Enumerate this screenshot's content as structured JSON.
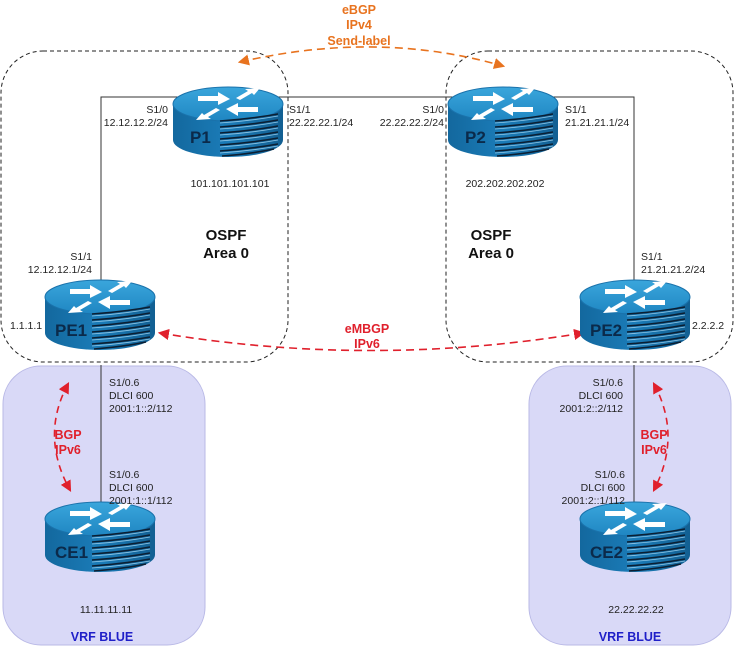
{
  "colors": {
    "ebgp_ipv4": "#e8731f",
    "mbgp_ipv6": "#e0202c",
    "vrf_fill": "#d9d9f7",
    "vrf_label": "#1f1fc8",
    "router_top": "#2f95cf",
    "router_side": "#1a6ea6"
  },
  "sessions": {
    "ebgp_ipv4": {
      "line1": "eBGP",
      "line2": "IPv4",
      "line3": "Send-label"
    },
    "embgp_ipv6": {
      "line1": "eMBGP",
      "line2": "IPv6"
    },
    "bgp_left": {
      "line1": "BGP",
      "line2": "IPv6"
    },
    "bgp_right": {
      "line1": "BGP",
      "line2": "IPv6"
    }
  },
  "areas": {
    "left": {
      "line1": "OSPF",
      "line2": "Area 0"
    },
    "right": {
      "line1": "OSPF",
      "line2": "Area 0"
    }
  },
  "vrfs": {
    "left": "VRF BLUE",
    "right": "VRF BLUE"
  },
  "routers": {
    "p1": {
      "name": "P1",
      "loopback": "101.101.101.101"
    },
    "p2": {
      "name": "P2",
      "loopback": "202.202.202.202"
    },
    "pe1": {
      "name": "PE1",
      "loopback": "1.1.1.1"
    },
    "pe2": {
      "name": "PE2",
      "loopback": "2.2.2.2"
    },
    "ce1": {
      "name": "CE1",
      "loopback": "11.11.11.11"
    },
    "ce2": {
      "name": "CE2",
      "loopback": "22.22.22.22"
    }
  },
  "interfaces": {
    "p1_s10": {
      "iface": "S1/0",
      "ip": "12.12.12.2/24"
    },
    "p1_s11": {
      "iface": "S1/1",
      "ip": "22.22.22.1/24"
    },
    "p2_s10": {
      "iface": "S1/0",
      "ip": "22.22.22.2/24"
    },
    "p2_s11": {
      "iface": "S1/1",
      "ip": "21.21.21.1/24"
    },
    "pe1_s11": {
      "iface": "S1/1",
      "ip": "12.12.12.1/24"
    },
    "pe2_s11": {
      "iface": "S1/1",
      "ip": "21.21.21.2/24"
    },
    "pe1_s106": {
      "iface": "S1/0.6",
      "dlci": "DLCI 600",
      "ip": "2001:1::2/112"
    },
    "ce1_s106": {
      "iface": "S1/0.6",
      "dlci": "DLCI 600",
      "ip": "2001:1::1/112"
    },
    "pe2_s106": {
      "iface": "S1/0.6",
      "dlci": "DLCI 600",
      "ip": "2001:2::2/112"
    },
    "ce2_s106": {
      "iface": "S1/0.6",
      "dlci": "DLCI 600",
      "ip": "2001:2::1/112"
    }
  }
}
